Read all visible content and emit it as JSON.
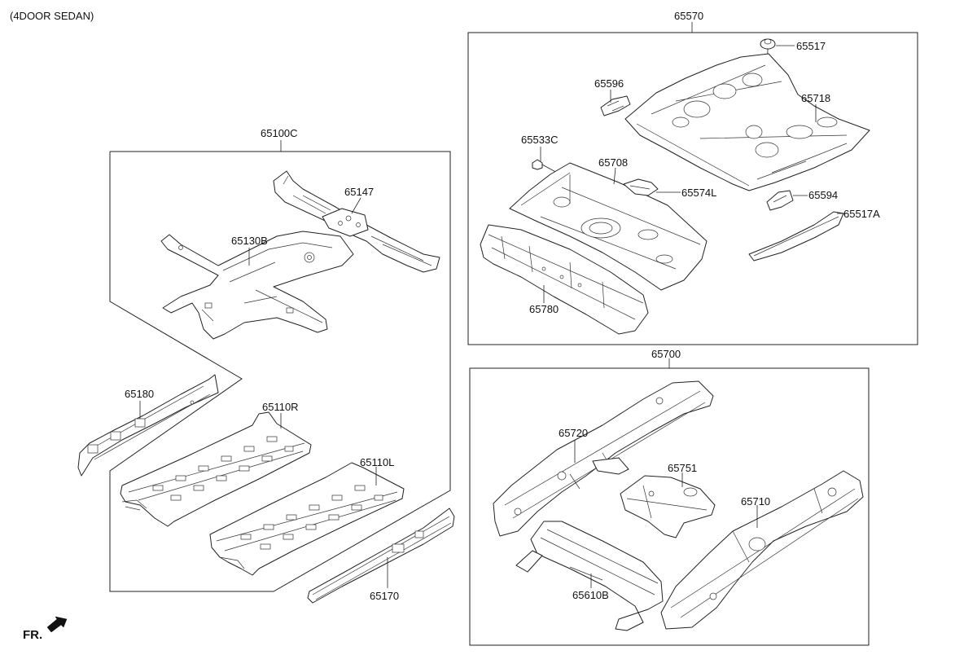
{
  "header": {
    "variant": "(4DOOR SEDAN)"
  },
  "direction": {
    "label": "FR."
  },
  "groups": {
    "floor_assembly": "65100C",
    "rear_floor_assembly": "65570",
    "rear_member_assembly": "65700"
  },
  "parts": {
    "p65147": "65147",
    "p65130B": "65130B",
    "p65180": "65180",
    "p65110R": "65110R",
    "p65110L": "65110L",
    "p65170": "65170",
    "p65517": "65517",
    "p65596": "65596",
    "p65718": "65718",
    "p65533C": "65533C",
    "p65708": "65708",
    "p65574L": "65574L",
    "p65594": "65594",
    "p65517A": "65517A",
    "p65780": "65780",
    "p65720": "65720",
    "p65751": "65751",
    "p65710": "65710",
    "p65610B": "65610B"
  }
}
